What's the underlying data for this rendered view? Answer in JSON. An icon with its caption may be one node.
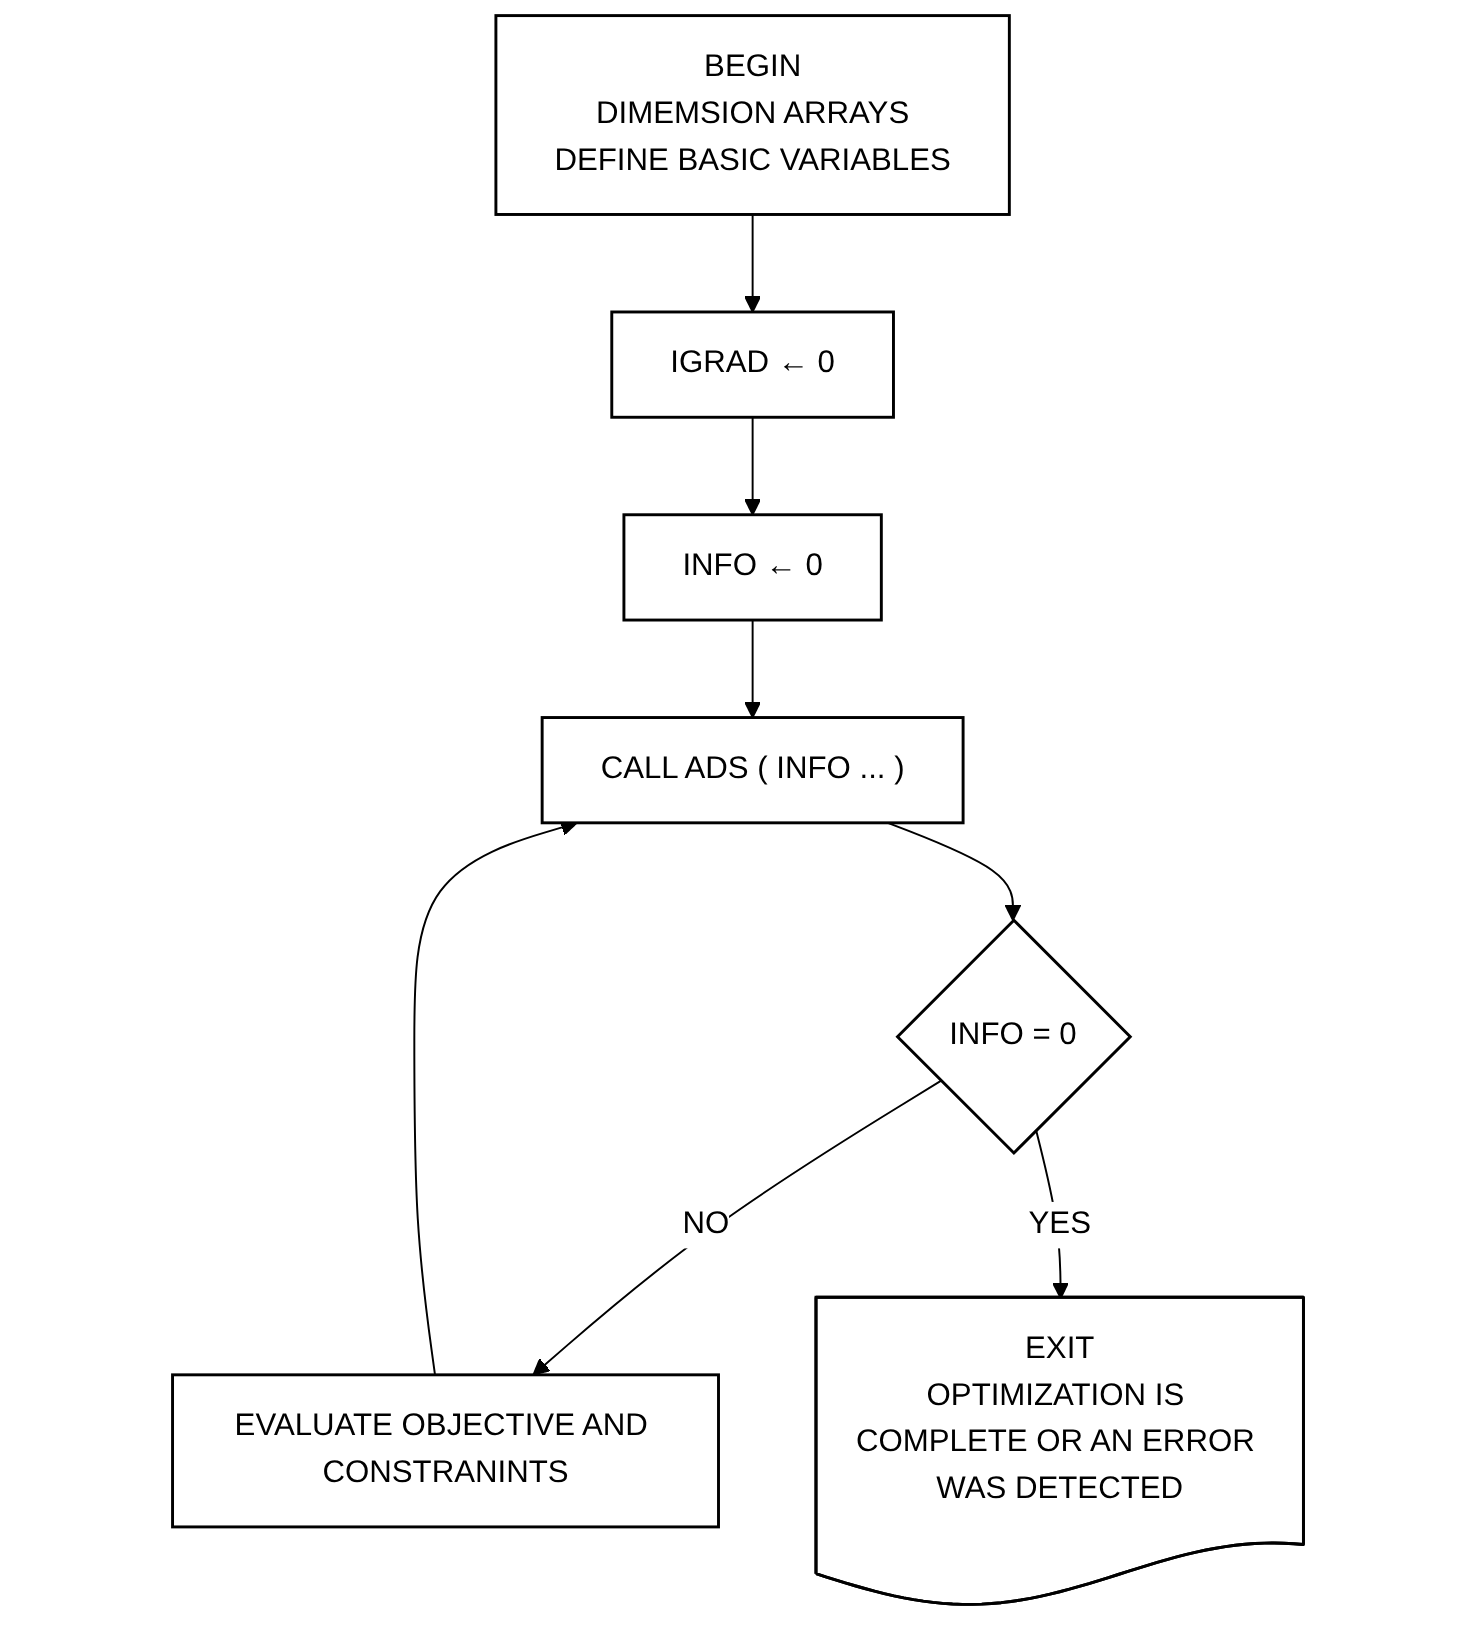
{
  "diagram": {
    "nodes": [
      {
        "text": [
          "BEGIN",
          "DIMEMSION ARRAYS",
          "DEFINE BASIC VARIABLES"
        ]
      },
      {
        "text": [
          "IGRAD ← 0"
        ]
      },
      {
        "text": [
          "INFO ← 0"
        ]
      },
      {
        "text": [
          "CALL ADS ( INFO ... )"
        ]
      },
      {
        "text": [
          "INFO = 0"
        ]
      },
      {
        "text": [
          "EVALUATE OBJECTIVE AND CONSTRANINTS"
        ]
      },
      {
        "text": [
          "EXIT",
          "OPTIMIZATION IS COMPLETE OR AN ERROR WAS DETECTED"
        ]
      }
    ],
    "edges": [
      {
        "from": 0,
        "to": 1,
        "arrow": "to"
      },
      {
        "from": 1,
        "to": 2,
        "arrow": "to"
      },
      {
        "from": 2,
        "to": 3,
        "arrow": "to"
      },
      {
        "from": 3,
        "to": 4,
        "arrow": "to"
      },
      {
        "from": 4,
        "to": 5,
        "arrow": "to",
        "label": "NO"
      },
      {
        "from": 4,
        "to": 6,
        "arrow": "to",
        "label": "YES"
      },
      {
        "from": 5,
        "to": 3,
        "arrow": "to"
      }
    ]
  }
}
